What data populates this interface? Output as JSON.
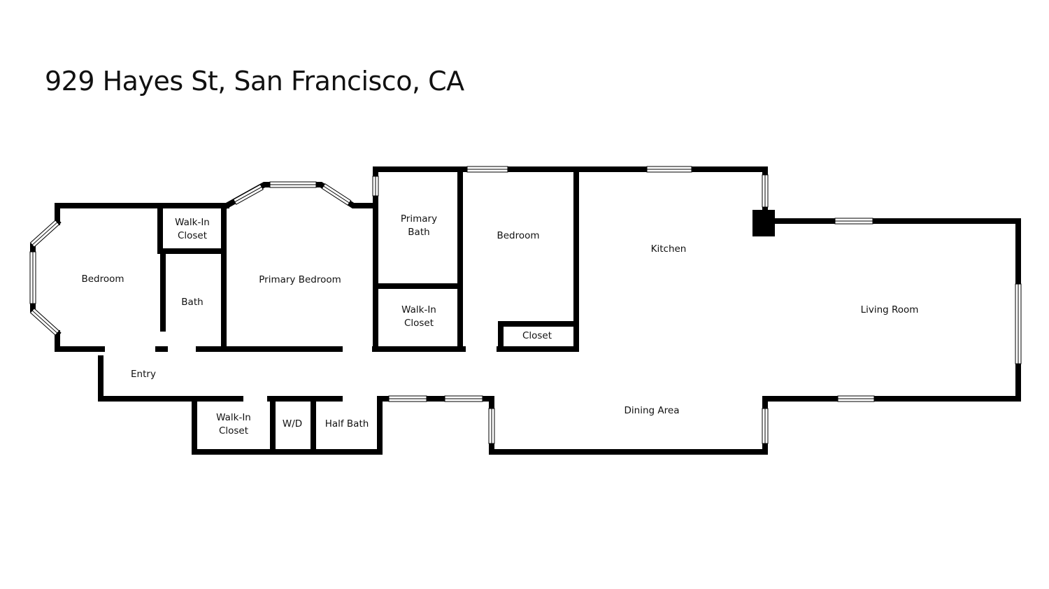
{
  "title": "929 Hayes St, San Francisco, CA",
  "rooms": {
    "bedroom_west": "Bedroom",
    "walk_in_closet_1": [
      "Walk-In",
      "Closet"
    ],
    "bath": "Bath",
    "primary_bedroom": "Primary Bedroom",
    "primary_bath": [
      "Primary",
      "Bath"
    ],
    "walk_in_closet_2": [
      "Walk-In",
      "Closet"
    ],
    "bedroom_center": "Bedroom",
    "closet": "Closet",
    "kitchen": "Kitchen",
    "living_room": "Living Room",
    "entry": "Entry",
    "walk_in_closet_3": [
      "Walk-In",
      "Closet"
    ],
    "wd": "W/D",
    "half_bath": "Half Bath",
    "dining_area": "Dining Area"
  },
  "colors": {
    "wall": "#000000",
    "background": "#ffffff",
    "text": "#111111"
  }
}
